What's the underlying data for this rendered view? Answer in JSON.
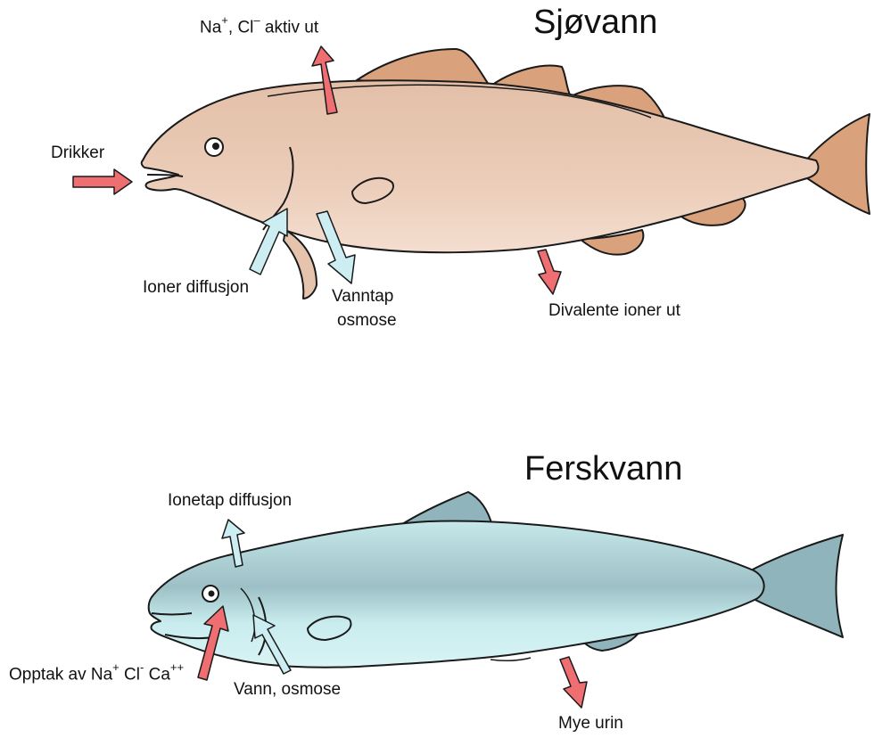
{
  "sea": {
    "title": "Sjøvann",
    "ions_out_a": "Na",
    "ions_out_sup1": "+",
    "ions_out_b": ",  Cl",
    "ions_out_sup2": "–",
    "ions_out_c": " aktiv ut",
    "drinks": "Drikker",
    "ion_diffusion": "Ioner diffusjon",
    "water_loss_1": "Vanntap",
    "water_loss_2": "osmose",
    "divalent_out": "Divalente ioner ut",
    "colors": {
      "fish": "#e6c3ad",
      "fins": "#d9a27c",
      "outline": "#1a1a1a"
    }
  },
  "fresh": {
    "title": "Ferskvann",
    "ion_loss": "Ionetap diffusjon",
    "uptake_a": "Opptak av Na",
    "uptake_sup1": "+",
    "uptake_b": " Cl",
    "uptake_sup2": "-",
    "uptake_c": " Ca",
    "uptake_sup3": "++",
    "water_osmosis": "Vann, osmose",
    "much_urine": "Mye urin",
    "colors": {
      "fish": "#c9ecee",
      "fins": "#8fb4bc",
      "outline": "#1a1a1a"
    }
  },
  "arrow_colors": {
    "red": "#ee6e72",
    "blue": "#ccedf2"
  }
}
